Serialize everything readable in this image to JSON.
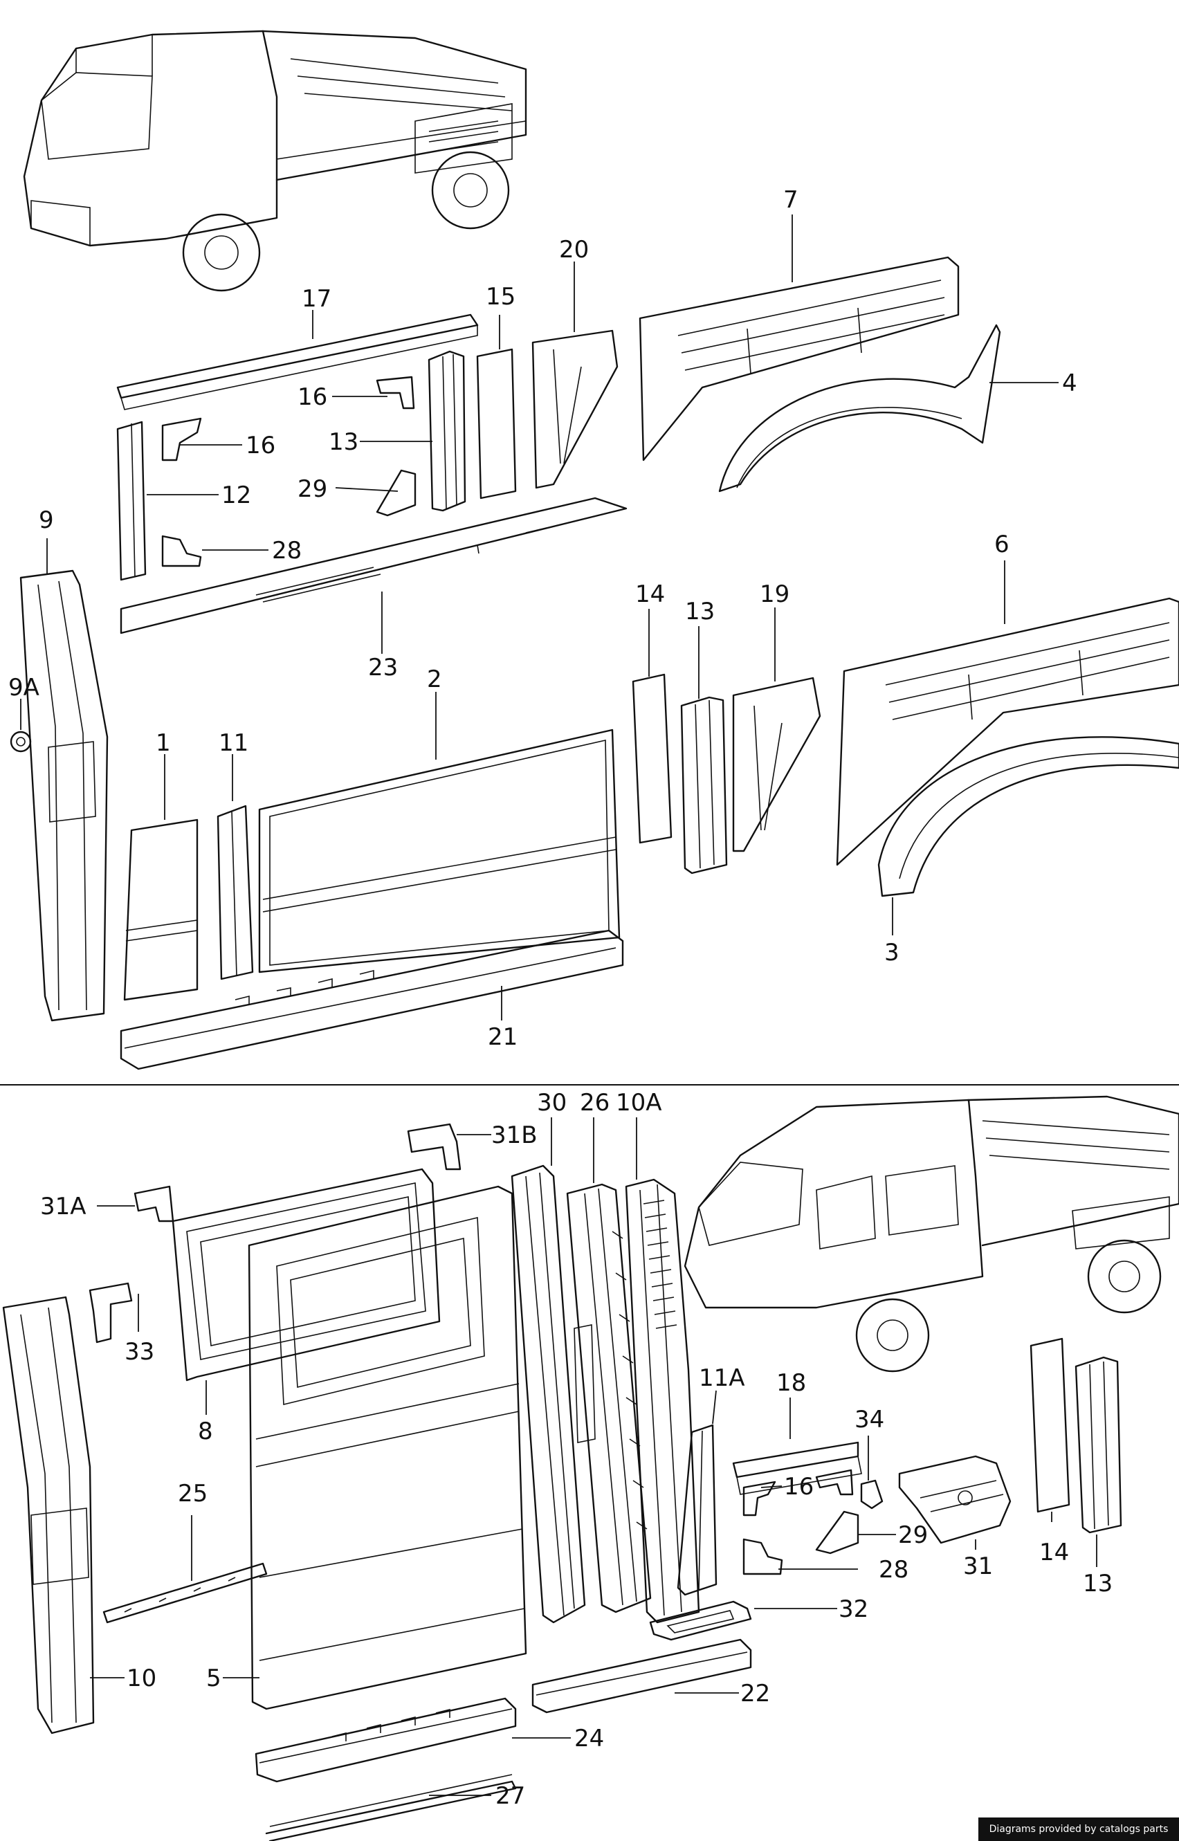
{
  "title": "",
  "credit": "Diagrams provided by catalogs parts",
  "callouts": {
    "c1": "1",
    "c2": "2",
    "c3": "3",
    "c4": "4",
    "c5": "5",
    "c6": "6",
    "c7": "7",
    "c8": "8",
    "c9": "9",
    "c9a": "9A",
    "c10": "10",
    "c10a": "10A",
    "c11": "11",
    "c11a": "11A",
    "c12": "12",
    "c13a": "13",
    "c13b": "13",
    "c13c": "13",
    "c14a": "14",
    "c14b": "14",
    "c15": "15",
    "c16a": "16",
    "c16b": "16",
    "c16c": "16",
    "c17": "17",
    "c18": "18",
    "c19": "19",
    "c20": "20",
    "c21": "21",
    "c22": "22",
    "c23": "23",
    "c24": "24",
    "c25": "25",
    "c26": "26",
    "c27": "27",
    "c28a": "28",
    "c28b": "28",
    "c29a": "29",
    "c29b": "29",
    "c30": "30",
    "c31": "31",
    "c31a": "31A",
    "c31b": "31B",
    "c32": "32",
    "c33": "33",
    "c34": "34"
  }
}
